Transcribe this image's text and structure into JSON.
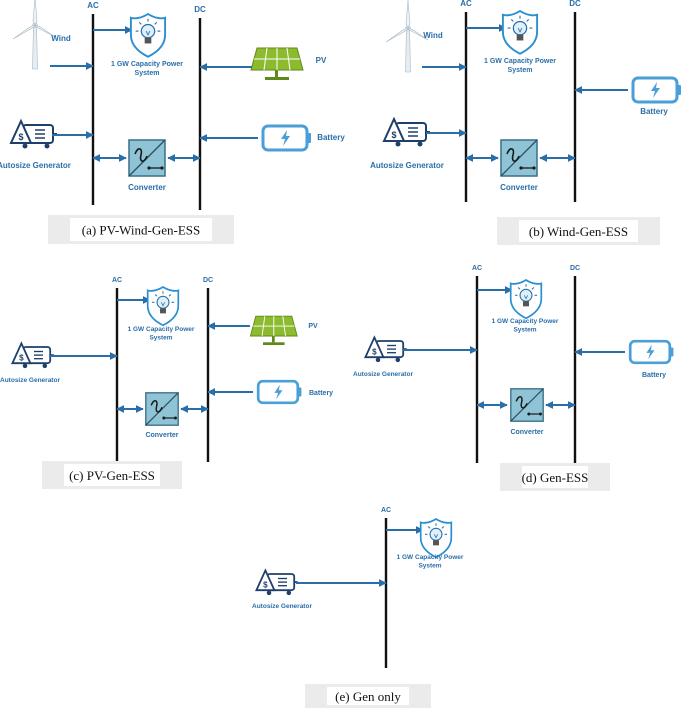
{
  "colors": {
    "bus": "#111111",
    "arrow": "#2a6ea8",
    "label": "#2a6ea8",
    "battery": "#4a9fd8",
    "pv": "#8dbb2f",
    "converter": "#8fc3d6",
    "caption_bg": "#ebebeb"
  },
  "labels": {
    "ac": "AC",
    "dc": "DC",
    "wind": "Wind",
    "pv": "PV",
    "battery": "Battery",
    "generator": "Autosize Generator",
    "converter": "Converter",
    "load_line1": "1 GW Capacity Power",
    "load_line2": "System"
  },
  "panels": [
    {
      "key": "a",
      "caption": "(a)  PV-Wind-Gen-ESS"
    },
    {
      "key": "b",
      "caption": "(b) Wind-Gen-ESS"
    },
    {
      "key": "c",
      "caption": "(c) PV-Gen-ESS"
    },
    {
      "key": "d",
      "caption": "(d) Gen-ESS"
    },
    {
      "key": "e",
      "caption": "(e)  Gen only"
    }
  ]
}
